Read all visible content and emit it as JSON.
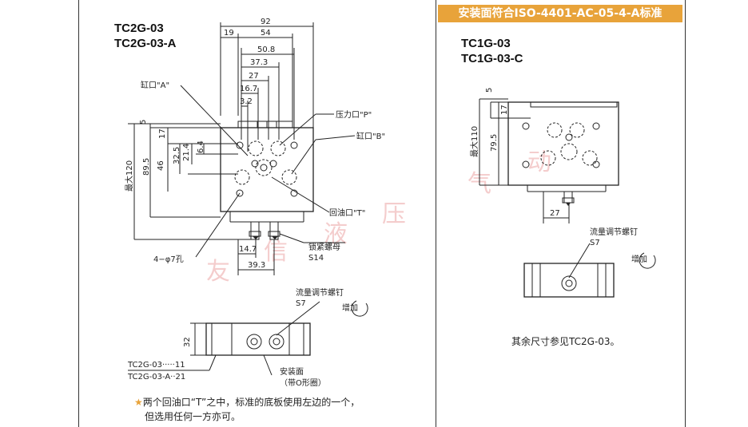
{
  "header": {
    "banner": "安装面符合ISO-4401-AC-05-4-A标准"
  },
  "left": {
    "models": [
      "TC2G-03",
      "TC2G-03-A"
    ],
    "dims_top": [
      "92",
      "19",
      "54",
      "50.8",
      "37.3",
      "27",
      "16.7",
      "3.2"
    ],
    "dims_left": [
      "5",
      "17",
      "6.4",
      "21.4",
      "32.5",
      "46",
      "89.5",
      "最大120"
    ],
    "dims_bottom": [
      "14.7",
      "39.3"
    ],
    "labels": {
      "port_a": "缸口\"A\"",
      "port_p": "压力口\"P\"",
      "port_b": "缸口\"B\"",
      "port_t": "回油口\"T\"",
      "lock_nut": "锁紧螺母",
      "s14": "S14",
      "holes": "4−φ7孔",
      "flow_screw": "流量调节螺钉",
      "s7": "S7",
      "increase": "增加",
      "dim32": "32",
      "mount_face": "安装面",
      "o_ring": "（带O形圈）",
      "code1": "TC2G-03·····11",
      "code2": "TC2G-03-A··21"
    },
    "note_line1": "两个回油口“T”之中，标准的底板使用左边的一个，",
    "note_line2": "但选用任何一方亦可。",
    "star": "★"
  },
  "right": {
    "models": [
      "TC1G-03",
      "TC1G-03-C"
    ],
    "dims": [
      "5",
      "17",
      "最大110",
      "79.5",
      "27"
    ],
    "labels": {
      "flow_screw": "流量调节螺钉",
      "s7": "S7",
      "increase": "增加"
    },
    "note": "其余尺寸参见TC2G-03。"
  },
  "watermark": [
    "友",
    "信",
    "液",
    "压",
    "气",
    "动"
  ],
  "colors": {
    "banner": "#e8a33a",
    "line": "#222222",
    "watermark": "#f0b8b8"
  }
}
